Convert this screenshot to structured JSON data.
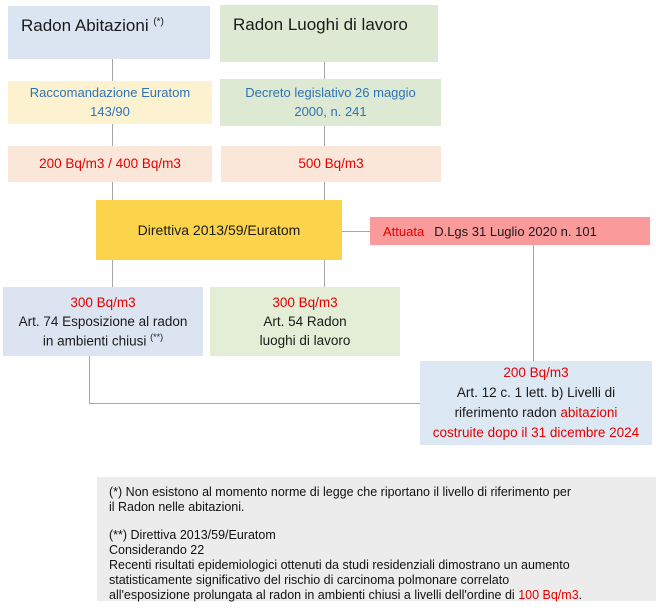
{
  "colors": {
    "light_blue": "#dbe5f1",
    "light_blue2": "#dce4f1",
    "light_blue3": "#dce8f4",
    "light_green": "#dde9d2",
    "light_green2": "#e4edd6",
    "cream": "#fdf2d0",
    "light_pink": "#fbe7da",
    "yellow": "#fcd44c",
    "salmon": "#fa9a9a",
    "footnote_gray": "#ececec",
    "red_text": "#e60000",
    "blue_text": "#2e74b5",
    "connector_gray": "#a6a6a6"
  },
  "boxes": {
    "radon_abitazioni": {
      "title": "Radon Abitazioni",
      "sup": "(*)"
    },
    "radon_lavoro": {
      "title": "Radon Luoghi di lavoro"
    },
    "raccomandazione": {
      "line1": "Raccomandazione Euratom",
      "line2": "143/90"
    },
    "decreto": {
      "line1": "Decreto legislativo 26 maggio",
      "line2": "2000, n. 241"
    },
    "limite_abitazioni": {
      "value": "200 Bq/m3 / 400 Bq/m3"
    },
    "limite_lavoro": {
      "value": "500 Bq/m3"
    },
    "direttiva": {
      "title": "Direttiva 2013/59/Euratom"
    },
    "attuata": {
      "label": "Attuata",
      "text": "D.Lgs 31 Luglio 2020 n. 101"
    },
    "art74": {
      "value": "300 Bq/m3",
      "line1": "Art. 74 Esposizione al radon",
      "line2": "in ambienti chiusi ",
      "sup": "(**)"
    },
    "art54": {
      "value": "300 Bq/m3",
      "line1": "Art. 54 Radon",
      "line2": "luoghi di lavoro"
    },
    "art12": {
      "value": "200 Bq/m3",
      "line1": "Art. 12 c. 1 lett. b) Livelli di",
      "line2_black": "riferimento radon ",
      "line2_red": "abitazioni",
      "line3": "costruite dopo il 31 dicembre 2024"
    }
  },
  "footnotes": {
    "note1_line1": "(*) Non esistono al momento norme di legge che riportano il livello di riferimento per",
    "note1_line2": "il Radon nelle abitazioni.",
    "note2_line1": "(**) Direttiva 2013/59/Euratom",
    "note2_line2": "Considerando 22",
    "note2_line3": "Recenti risultati epidemiologici ottenuti da studi residenziali dimostrano un aumento",
    "note2_line4": "statisticamente significativo del rischio di carcinoma polmonare correlato",
    "note2_line5_black": "all'esposizione prolungata al radon in ambienti chiusi a livelli dell'ordine di ",
    "note2_line5_red": "100 Bq/m3",
    "note2_line5_end": "."
  }
}
